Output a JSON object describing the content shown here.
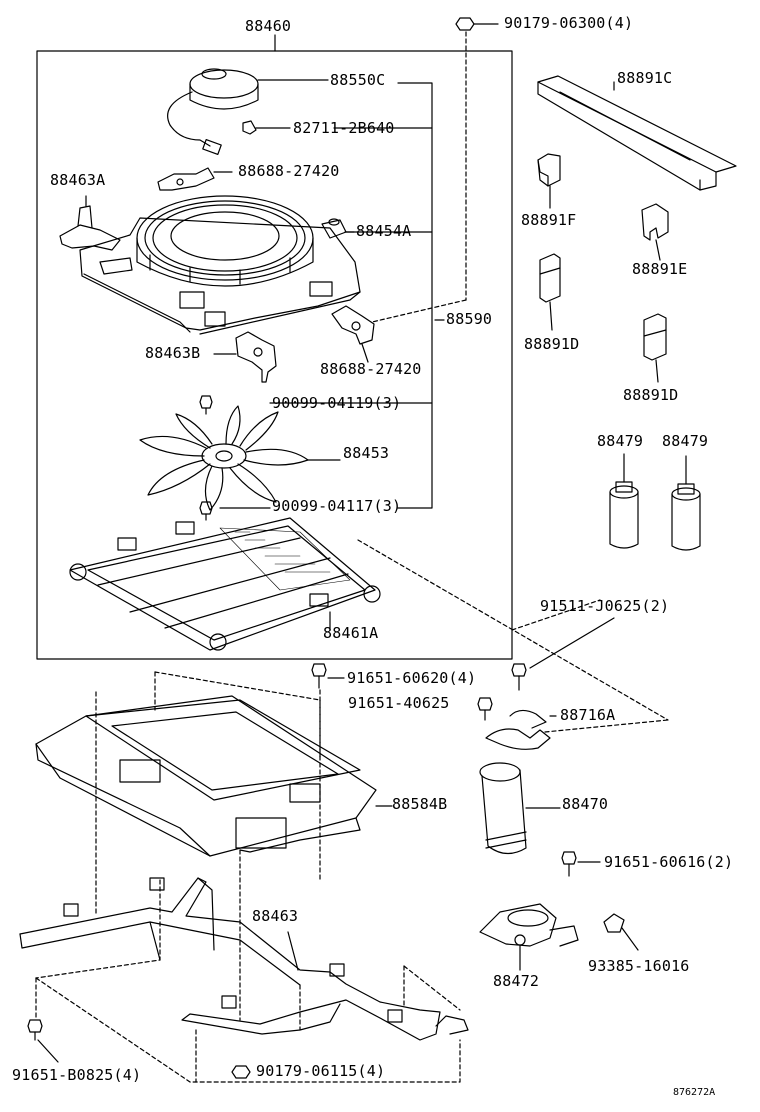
{
  "diagram": {
    "labels": {
      "l88460": "88460",
      "l90179_06300": "90179-06300(4)",
      "l88891C": "88891C",
      "l88550C": "88550C",
      "l82711": "82711-2B640",
      "l88688a": "88688-27420",
      "l88463A": "88463A",
      "l88454A": "88454A",
      "l88891F": "88891F",
      "l88891E": "88891E",
      "l88590": "88590",
      "l88463B": "88463B",
      "l88688b": "88688-27420",
      "l88891D_a": "88891D",
      "l88891D_b": "88891D",
      "l90099_04119": "90099-04119(3)",
      "l88479_a": "88479",
      "l88479_b": "88479",
      "l88453": "88453",
      "l90099_04117": "90099-04117(3)",
      "l88461A": "88461A",
      "l91511": "91511-J0625(2)",
      "l91651_60620": "91651-60620(4)",
      "l91651_40625": "91651-40625",
      "l88716A": "88716A",
      "l88584B": "88584B",
      "l88470": "88470",
      "l91651_60616": "91651-60616(2)",
      "l88463": "88463",
      "l93385": "93385-16016",
      "l88472": "88472",
      "l91651_B0825": "91651-B0825(4)",
      "l90179_06115": "90179-06115(4)",
      "l876272A": "876272A"
    }
  }
}
